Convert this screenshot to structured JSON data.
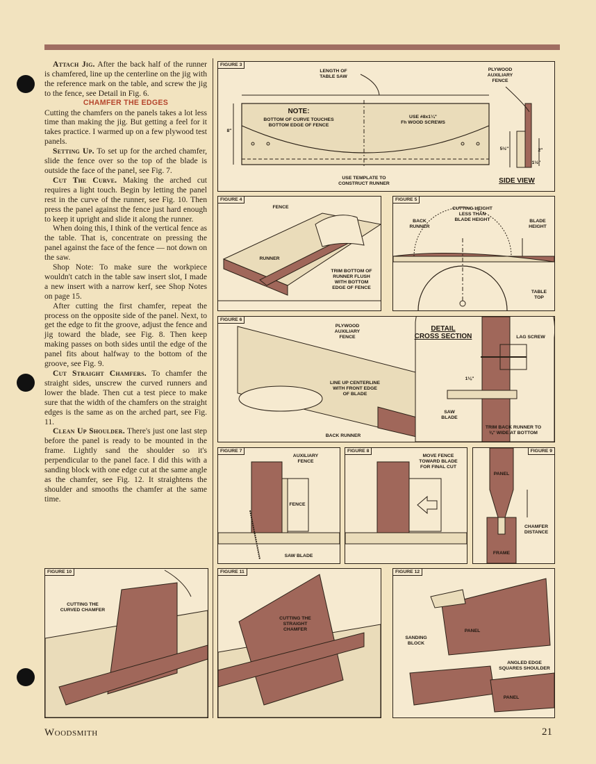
{
  "article": {
    "attach_head": "Attach Jig.",
    "attach_body": " After the back half of the runner is chamfered, line up the centerline on the jig with the reference mark on the table, and screw the jig to the fence, see Detail in Fig. 6.",
    "subhead": "CHAMFER THE EDGES",
    "intro": "Cutting the chamfers on the panels takes a lot less time than making the jig. But getting a feel for it takes practice. I warmed up on a few plywood test panels.",
    "setting_head": "Setting Up.",
    "setting_body": " To set up for the arched chamfer, slide the fence over so the top of the blade is outside the face of the panel, see Fig. 7.",
    "curve_head": "Cut The Curve.",
    "curve_body": " Making the arched cut requires a light touch. Begin by letting the panel rest in the curve of the runner, see Fig. 10. Then press the panel against the fence just hard enough to keep it upright and slide it along the runner.",
    "when_body": "When doing this, I think of the vertical fence as the table. That is, concentrate on pressing the panel against the face of the fence — not down on the saw.",
    "shop_note": "Shop Note: To make sure the workpiece wouldn't catch in the table saw insert slot, I made a new insert with a narrow kerf, see Shop Notes on page 15.",
    "after_body": "After cutting the first chamfer, repeat the process on the opposite side of the panel. Next, to get the edge to fit the groove, adjust the fence and jig toward the blade, see Fig. 8. Then keep making passes on both sides until the edge of the panel fits about halfway to the bottom of the groove, see Fig. 9.",
    "straight_head": "Cut Straight Chamfers.",
    "straight_body": " To chamfer the straight sides, unscrew the curved runners and lower the blade. Then cut a test piece to make sure that the width of the chamfers on the straight edges is the same as on the arched part, see Fig. 11.",
    "clean_head": "Clean Up Shoulder.",
    "clean_body": " There's just one last step before the panel is ready to be mounted in the frame. Lightly sand the shoulder so it's perpendicular to the panel face. I did this with a sanding block with one edge cut at the same angle as the chamfer, see Fig. 12. It straightens the shoulder and smooths the chamfer at the same time."
  },
  "fig3": {
    "tag": "FIGURE 3",
    "length": "LENGTH OF\nTABLE SAW",
    "plywood": "PLYWOOD\nAUXILIARY\nFENCE",
    "note_title": "NOTE:",
    "note_text": "BOTTOM OF CURVE TOUCHES\nBOTTOM EDGE OF FENCE",
    "screws": "USE #8x1¼\"\nFh WOOD SCREWS",
    "template": "USE TEMPLATE TO\nCONSTRUCT RUNNER",
    "dim_8": "8\"",
    "dim_5": "5½\"",
    "dim_2": "2\"",
    "dim_1": "1½\"",
    "side_view": "SIDE VIEW"
  },
  "fig4": {
    "tag": "FIGURE 4",
    "fence": "FENCE",
    "runner": "RUNNER",
    "trim": "TRIM BOTTOM OF\nRUNNER FLUSH\nWITH BOTTOM\nEDGE OF FENCE"
  },
  "fig5": {
    "tag": "FIGURE 5",
    "cutting": "CUTTING HEIGHT\nLESS THAN\nBLADE HEIGHT",
    "back": "BACK\nRUNNER",
    "blade": "BLADE\nHEIGHT",
    "table": "TABLE\nTOP"
  },
  "fig6": {
    "tag": "FIGURE 6",
    "plywood": "PLYWOOD\nAUXILIARY\nFENCE",
    "detail": "DETAIL\nCROSS SECTION",
    "lag": "LAG SCREW",
    "line_up": "LINE UP CENTERLINE\nWITH FRONT EDGE\nOF BLADE",
    "back": "BACK RUNNER",
    "saw": "SAW\nBLADE",
    "dim": "1⅛\"",
    "trim": "TRIM BACK RUNNER TO\n⅜\" WIDE AT BOTTOM"
  },
  "fig7": {
    "tag": "FIGURE 7",
    "aux": "AUXILIARY\nFENCE",
    "fence": "FENCE",
    "saw": "SAW BLADE"
  },
  "fig8": {
    "tag": "FIGURE 8",
    "move": "MOVE FENCE\nTOWARD BLADE\nFOR FINAL CUT"
  },
  "fig9": {
    "tag": "FIGURE 9",
    "panel": "PANEL",
    "chamfer": "CHAMFER\nDISTANCE",
    "frame": "FRAME"
  },
  "fig10": {
    "tag": "FIGURE 10",
    "label": "CUTTING THE\nCURVED CHAMFER"
  },
  "fig11": {
    "tag": "FIGURE 11",
    "label": "CUTTING THE\nSTRAIGHT\nCHAMFER"
  },
  "fig12": {
    "tag": "FIGURE 12",
    "panel": "PANEL",
    "sanding": "SANDING\nBLOCK",
    "angled": "ANGLED EDGE\nSQUARES SHOULDER",
    "panel2": "PANEL"
  },
  "footer": {
    "magazine": "Woodsmith",
    "page": "21"
  },
  "colors": {
    "paper": "#f2e3bf",
    "accent_bar": "#a06e62",
    "subhead": "#b5452c",
    "wood": "#a0675a"
  }
}
